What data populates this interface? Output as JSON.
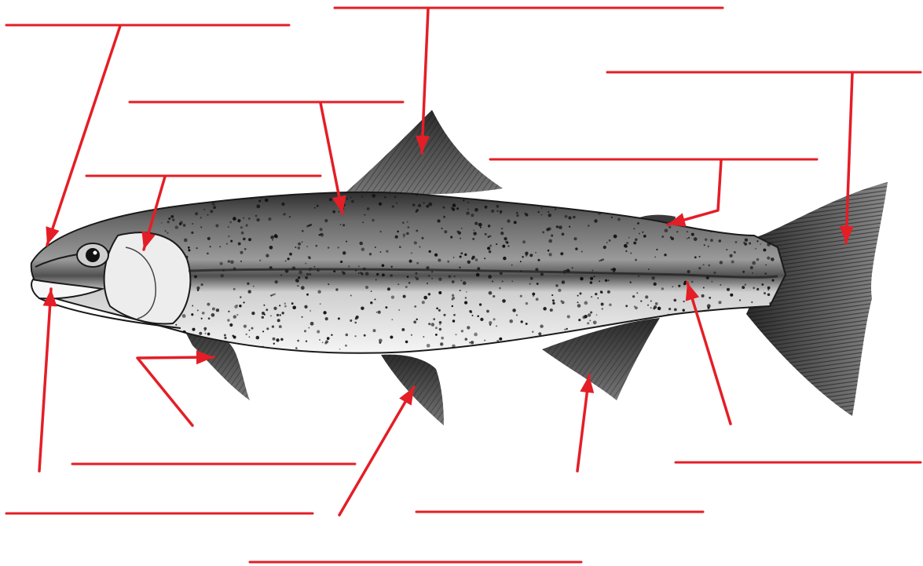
{
  "diagram": {
    "subject": "fish",
    "parts": [
      {
        "id": "snout",
        "label": ""
      },
      {
        "id": "dorsal-fin",
        "label": ""
      },
      {
        "id": "caudal-fin",
        "label": ""
      },
      {
        "id": "lateral-scales",
        "label": ""
      },
      {
        "id": "adipose-fin",
        "label": ""
      },
      {
        "id": "operculum",
        "label": ""
      },
      {
        "id": "pectoral-fin",
        "label": ""
      },
      {
        "id": "lateral-line",
        "label": ""
      },
      {
        "id": "mouth",
        "label": ""
      },
      {
        "id": "pelvic-fin",
        "label": ""
      },
      {
        "id": "anal-fin",
        "label": ""
      }
    ],
    "colors": {
      "leader": "#e41e26",
      "ink": "#1a1a1a",
      "body_dark": "#3c3c3c",
      "body_light": "#f2f2f2",
      "background": "#ffffff"
    }
  }
}
